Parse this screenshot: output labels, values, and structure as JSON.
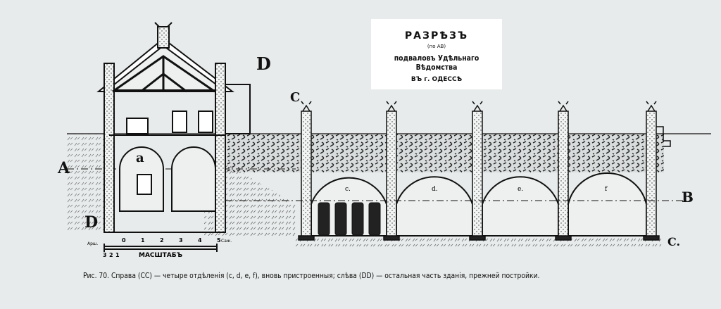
{
  "title_plate": {
    "line1": "РАЗРѢЗЪ",
    "line2": "(по AB)",
    "line3": "подваловъ Удѣльнаго Вѣдомства",
    "line4": "ВЪ г. ОДЕССѢ"
  },
  "labels": {
    "D_top": "D",
    "C_top": "C",
    "A": "A",
    "D_bottom": "D",
    "B": "B",
    "C_bottom": "C.",
    "vault_a": "a",
    "vault_c": "c.",
    "vault_d": "d.",
    "vault_e": "e.",
    "vault_f": "f"
  },
  "scale_bar": {
    "title": "МАСШТАБЪ",
    "left_unit": "Арш.",
    "right_unit": "Саж.",
    "upper_ticks": [
      "0",
      "1",
      "2",
      "3",
      "4",
      "5"
    ],
    "lower_ticks": [
      "3",
      "2",
      "1"
    ]
  },
  "caption": "Рис. 70. Справа (CC) — четыре отдѣленія (c, d, e, f), вновь пристроенныя; слѣва (DD) — остальная часть зданія, прежней постройки."
}
